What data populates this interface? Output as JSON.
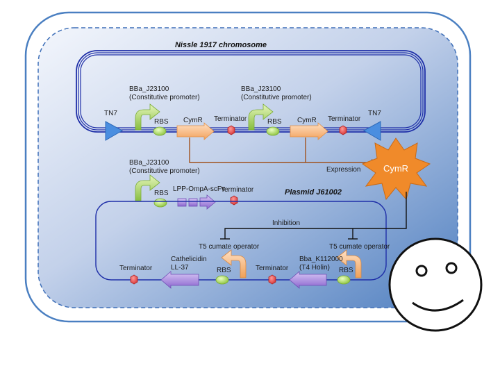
{
  "chromosome": {
    "title": "Nissle 1917 chromosome",
    "tn7_left": "TN7",
    "tn7_right": "TN7",
    "promoter1_name": "BBa_J23100",
    "promoter1_desc": "(Constitutive promoter)",
    "promoter2_name": "BBa_J23100",
    "promoter2_desc": "(Constitutive promoter)",
    "rbs1": "RBS",
    "rbs2": "RBS",
    "gene1": "CymR",
    "gene2": "CymR",
    "terminator1": "Terminator",
    "terminator2": "Terminator"
  },
  "plasmid": {
    "title": "Plasmid J61002",
    "promoter_name": "BBa_J23100",
    "promoter_desc": "(Constitutive promoter)",
    "rbs_top": "RBS",
    "fusion_gene": "LPP-OmpA-scFv",
    "terminator_top": "Terminator",
    "operator_left": "T5 cumate operator",
    "operator_right": "T5 cumate operator",
    "holin_name": "Bba_K112000",
    "holin_desc": "(T4 Holin)",
    "rbs_right": "RBS",
    "terminator_mid": "Terminator",
    "rbs_left": "RBS",
    "cathelicidin_name": "Cathelicidin",
    "cathelicidin_desc": "LL-37",
    "terminator_left": "Terminator"
  },
  "annotations": {
    "expression": "Expression",
    "inhibition": "Inhibition",
    "cymr_protein": "CymR"
  },
  "colors": {
    "cell_outer": "#4a7fc1",
    "backbone": "#1f2fa8",
    "promoter": "#9fcc5a",
    "rbs": "#b3dd66",
    "gene": "#f5b57a",
    "purple_gene": "#9f7fd6",
    "terminator": "#e04a4a",
    "tn7": "#4a8ee0",
    "cymr": "#f08a2a",
    "expression_arrow": "#a0521e"
  }
}
